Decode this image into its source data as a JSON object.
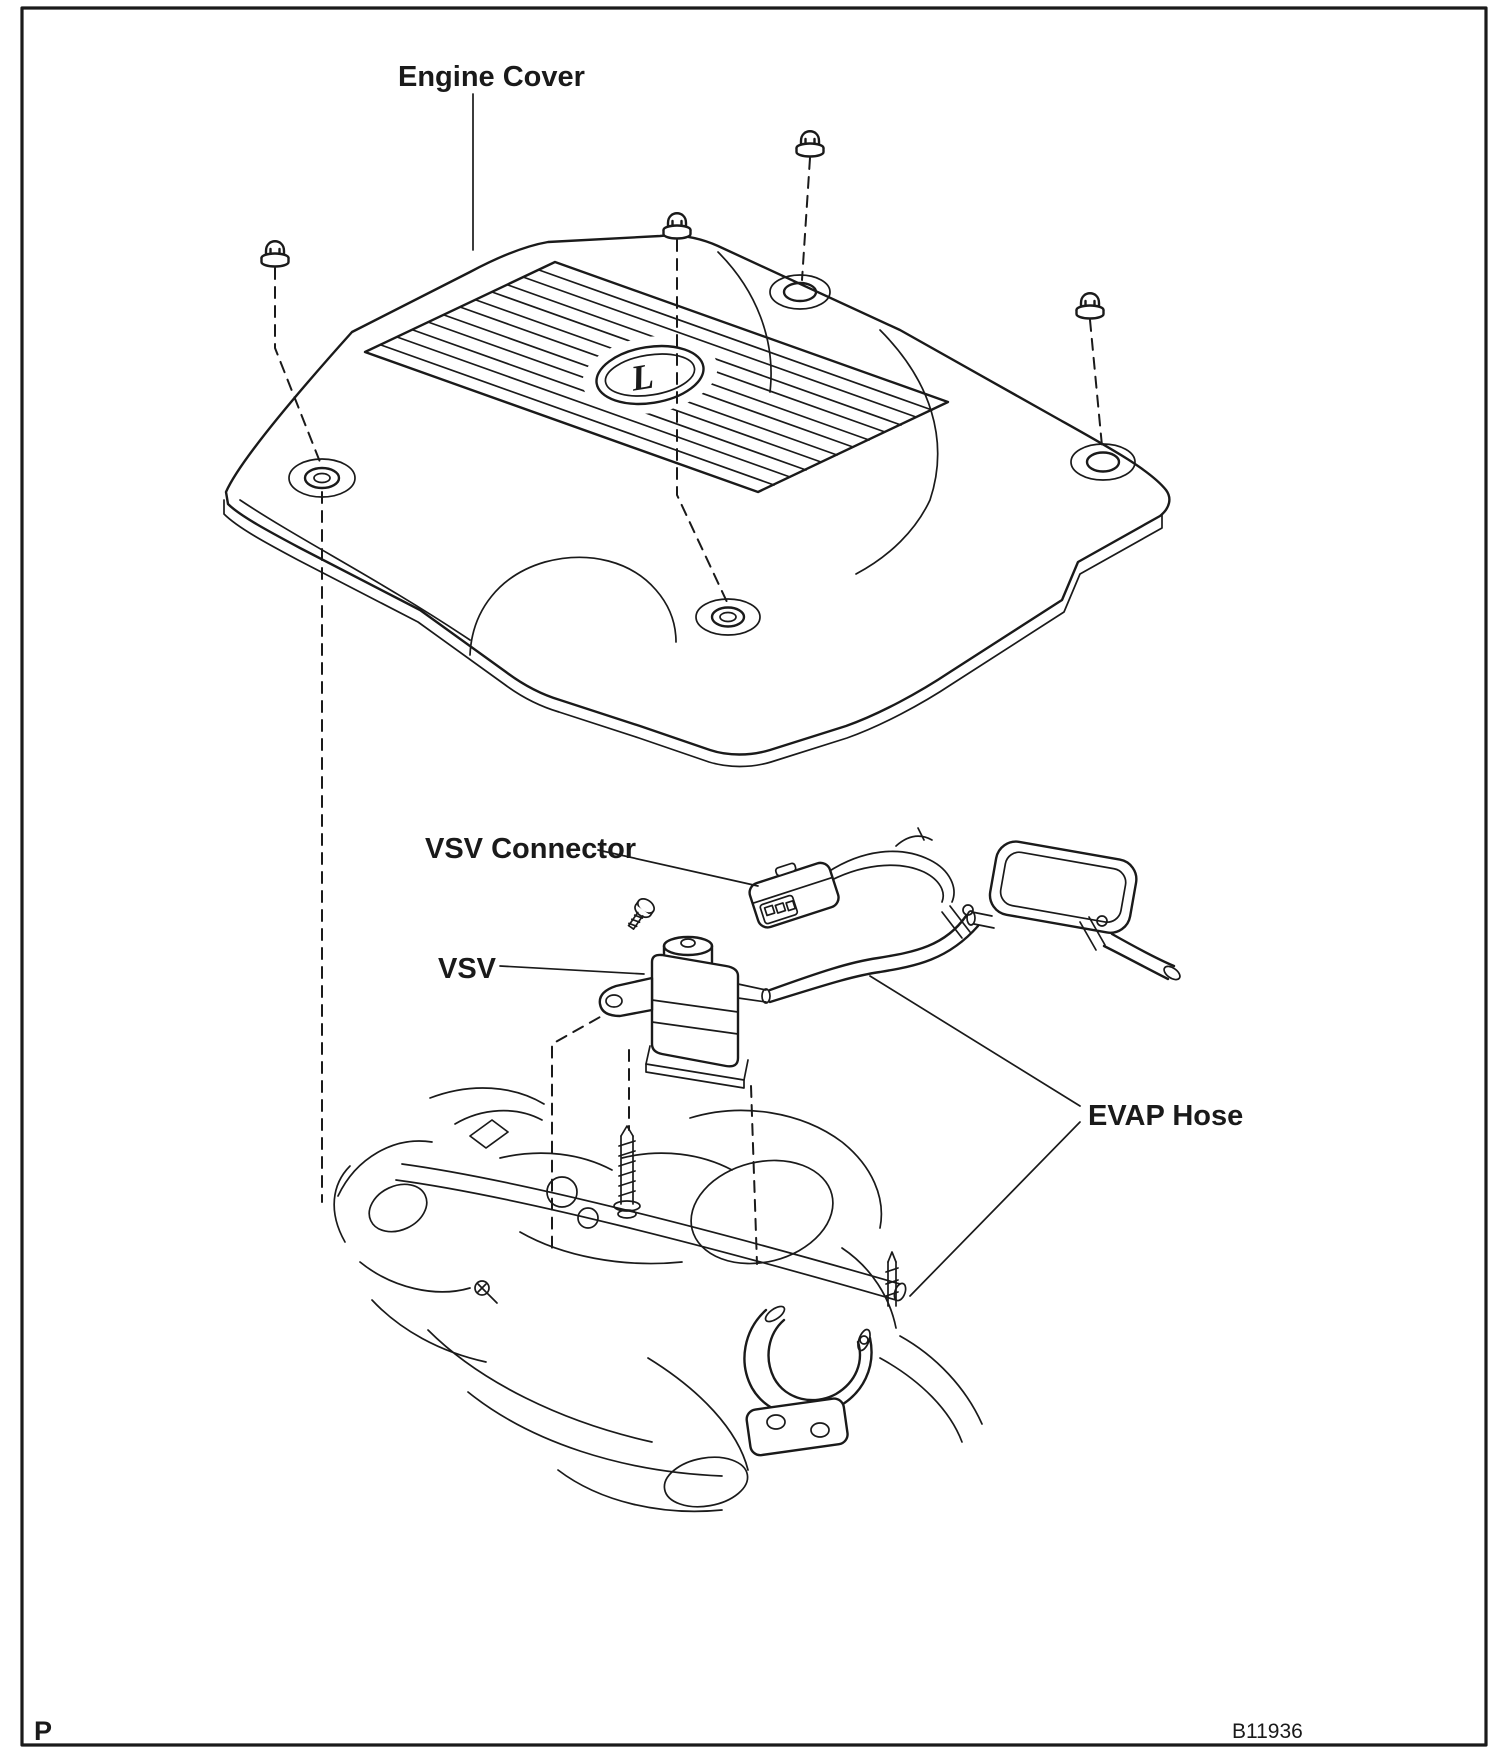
{
  "page": {
    "background": "#ffffff",
    "line_color": "#1a1a1a",
    "page_letter": "P",
    "figure_code": "B11936"
  },
  "callouts": {
    "engine_cover": "Engine Cover",
    "vsv_connector": "VSV Connector",
    "vsv": "VSV",
    "evap_hose": "EVAP Hose"
  }
}
